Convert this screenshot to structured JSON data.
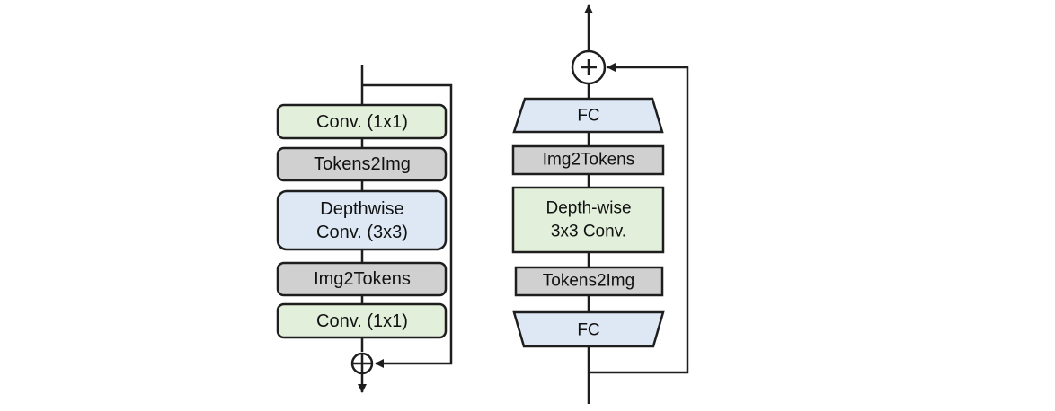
{
  "left_block": {
    "conv_top": "Conv. (1x1)",
    "tokens2img": "Tokens2Img",
    "depthwise_line1": "Depthwise",
    "depthwise_line2": "Conv. (3x3)",
    "img2tokens": "Img2Tokens",
    "conv_bottom": "Conv. (1x1)"
  },
  "right_block": {
    "fc_top": "FC",
    "img2tokens": "Img2Tokens",
    "depthwise_line1": "Depth-wise",
    "depthwise_line2": "3x3 Conv.",
    "tokens2img": "Tokens2Img",
    "fc_bottom": "FC"
  },
  "colors": {
    "green": "#e2efda",
    "gray": "#d0d0d0",
    "blue": "#dde8f4",
    "stroke": "#1e1e1e"
  }
}
